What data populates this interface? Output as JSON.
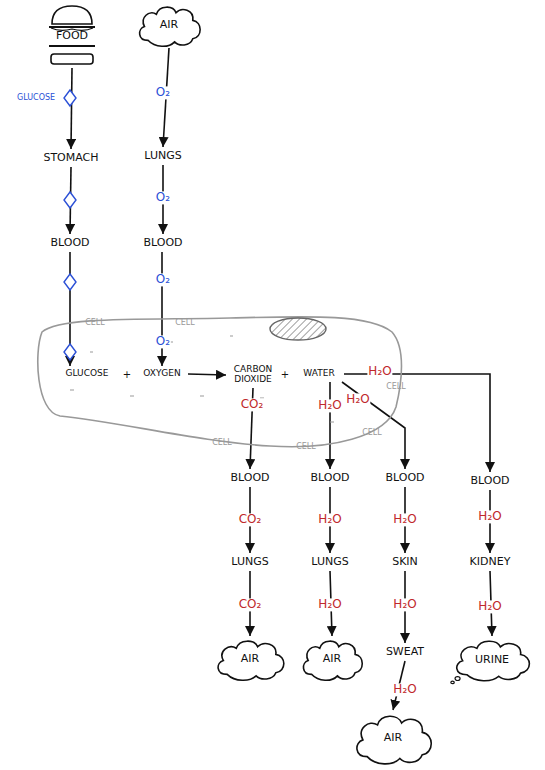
{
  "diagram": {
    "nodes": [
      {
        "text": [
          "FOOD"
        ]
      },
      {
        "text": [
          "AIR"
        ]
      },
      {
        "text": [
          "STOMACH"
        ]
      },
      {
        "text": [
          "LUNGS"
        ]
      },
      {
        "text": [
          "BLOOD"
        ]
      },
      {
        "text": [
          "BLOOD"
        ]
      },
      {
        "text": [
          "CELL",
          "CELL",
          "CELL",
          "CELL",
          "CELL",
          "CELL"
        ]
      },
      {
        "text": [
          "GLUCOSE"
        ],
        "in": 6
      },
      {
        "text": [
          "OXYGEN"
        ],
        "in": 6
      },
      {
        "text": [
          "CARBON DIOXIDE"
        ],
        "in": 6
      },
      {
        "text": [
          "WATER"
        ],
        "in": 6
      },
      {
        "text": [
          "BLOOD"
        ]
      },
      {
        "text": [
          "BLOOD"
        ]
      },
      {
        "text": [
          "BLOOD"
        ]
      },
      {
        "text": [
          "BLOOD"
        ]
      },
      {
        "text": [
          "LUNGS"
        ]
      },
      {
        "text": [
          "LUNGS"
        ]
      },
      {
        "text": [
          "SKIN"
        ]
      },
      {
        "text": [
          "KIDNEY"
        ]
      },
      {
        "text": [
          "AIR"
        ]
      },
      {
        "text": [
          "AIR"
        ]
      },
      {
        "text": [
          "SWEAT"
        ]
      },
      {
        "text": [
          "URINE"
        ]
      },
      {
        "text": [
          "AIR"
        ]
      }
    ],
    "edges": [
      {
        "from": 0,
        "to": 2,
        "arrow": "to"
      },
      {
        "from": 2,
        "to": 4,
        "arrow": "to"
      },
      {
        "from": 4,
        "to": 7,
        "arrow": "to"
      },
      {
        "from": 1,
        "to": 3,
        "arrow": "to"
      },
      {
        "from": 3,
        "to": 5,
        "arrow": "to"
      },
      {
        "from": 5,
        "to": 8,
        "arrow": "to"
      },
      {
        "from": 8,
        "to": 9,
        "arrow": "to"
      },
      {
        "from": 9,
        "to": 11,
        "arrow": "to"
      },
      {
        "from": 10,
        "to": 12,
        "arrow": "to"
      },
      {
        "from": 10,
        "to": 13,
        "arrow": "to"
      },
      {
        "from": 10,
        "to": 14,
        "arrow": "to"
      },
      {
        "from": 11,
        "to": 15,
        "arrow": "to"
      },
      {
        "from": 15,
        "to": 19,
        "arrow": "to"
      },
      {
        "from": 12,
        "to": 16,
        "arrow": "to"
      },
      {
        "from": 16,
        "to": 20,
        "arrow": "to"
      },
      {
        "from": 13,
        "to": 17,
        "arrow": "to"
      },
      {
        "from": 17,
        "to": 21,
        "arrow": "to"
      },
      {
        "from": 21,
        "to": 23,
        "arrow": "to"
      },
      {
        "from": 14,
        "to": 18,
        "arrow": "to"
      },
      {
        "from": 18,
        "to": 22,
        "arrow": "to"
      }
    ],
    "labels": [
      "GLUCOSE",
      "O₂",
      "O₂",
      "O₂",
      "O₂",
      "+",
      "+",
      "H₂O",
      "CO₂",
      "H₂O",
      "H₂O",
      "CO₂",
      "CO₂",
      "H₂O",
      "H₂O",
      "H₂O",
      "H₂O",
      "H₂O",
      "H₂O",
      "H₂O"
    ]
  }
}
